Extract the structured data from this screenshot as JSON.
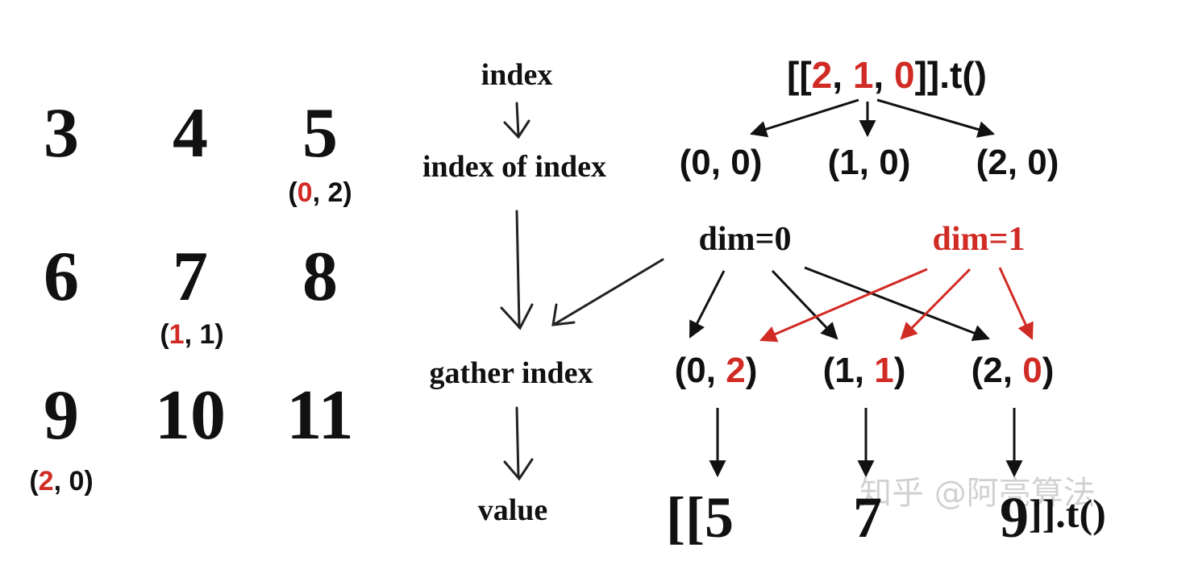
{
  "colors": {
    "black": "#111111",
    "red": "#d12b25"
  },
  "matrix": {
    "rows": [
      [
        "3",
        "4",
        "5"
      ],
      [
        "6",
        "7",
        "8"
      ],
      [
        "9",
        "10",
        "11"
      ]
    ],
    "annotations": [
      {
        "open": "(",
        "idx": "0",
        "rest": ", 2)"
      },
      {
        "open": "(",
        "idx": "1",
        "rest": ", 1)"
      },
      {
        "open": "(",
        "idx": "2",
        "rest": ", 0)"
      }
    ]
  },
  "flow_labels": {
    "index": "index",
    "index_of_index": "index of index",
    "gather_index": "gather index",
    "value": "value"
  },
  "index_tensor": {
    "prefix": "[[",
    "v0": "2",
    "sep1": ", ",
    "v1": "1",
    "sep2": ", ",
    "v2": "0",
    "suffix": "]].t()"
  },
  "index_of_index": [
    "(0, 0)",
    "(1, 0)",
    "(2, 0)"
  ],
  "dims": {
    "dim0": "dim=0",
    "dim1": "dim=1"
  },
  "gather": [
    {
      "open": "(",
      "a": "0",
      "sep": ", ",
      "b": "2",
      "close": ")"
    },
    {
      "open": "(",
      "a": "1",
      "sep": ", ",
      "b": "1",
      "close": ")"
    },
    {
      "open": "(",
      "a": "2",
      "sep": ", ",
      "b": "0",
      "close": ")"
    }
  ],
  "values": {
    "prefix": "[[",
    "v0": "5",
    "v1": "7",
    "v2": "9",
    "suffix": "]].t()"
  },
  "watermark": "知乎 @阿亮算法"
}
